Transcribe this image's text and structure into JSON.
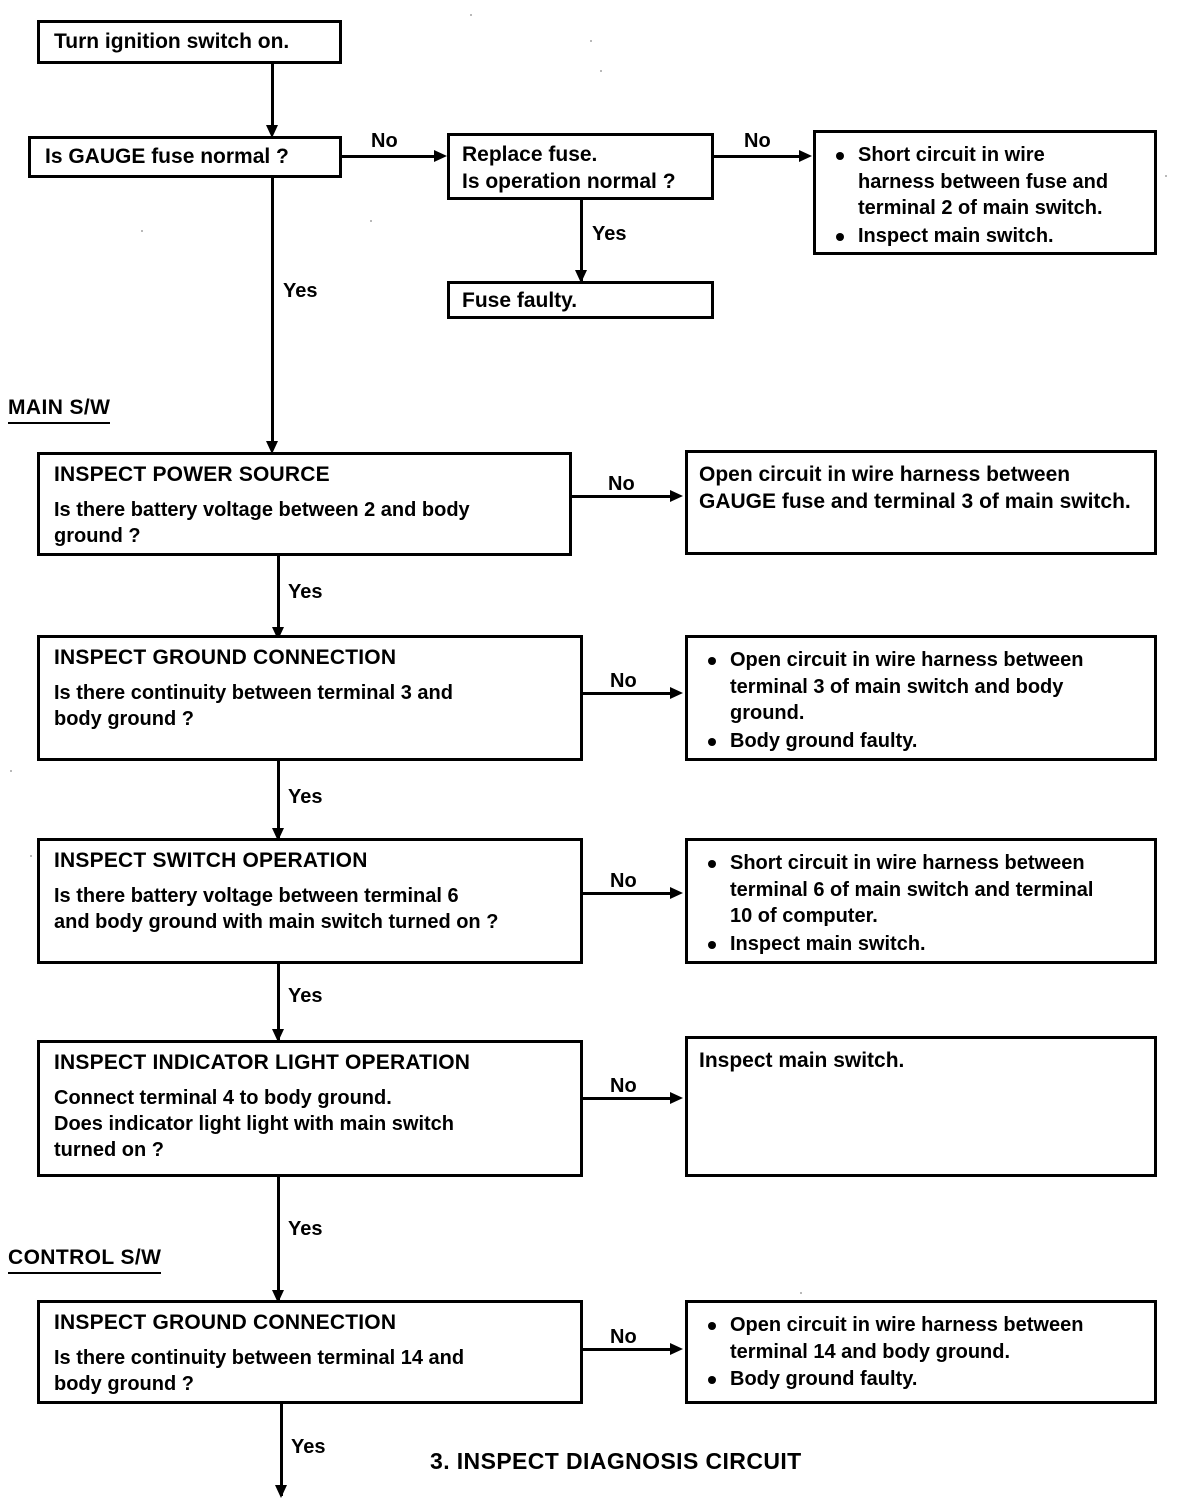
{
  "document": {
    "footer_title": "3. INSPECT DIAGNOSIS  CIRCUIT"
  },
  "section_labels": {
    "main_sw": "MAIN S/W",
    "control_sw": "CONTROL S/W"
  },
  "edge_labels": {
    "no": "No",
    "yes": "Yes"
  },
  "nodes": {
    "start": {
      "lines": [
        "Turn ignition switch on."
      ]
    },
    "gauge_fuse": {
      "lines": [
        "Is GAUGE fuse normal ?"
      ]
    },
    "replace_fuse": {
      "lines": [
        "Replace fuse.",
        "Is operation normal ?"
      ]
    },
    "fuse_faulty": {
      "lines": [
        "Fuse faulty."
      ]
    },
    "short_fuse_terminal2": {
      "bullets": [
        [
          "Short circuit in wire",
          "harness between fuse and",
          "terminal 2 of main switch."
        ],
        [
          "Inspect main switch."
        ]
      ]
    },
    "inspect_power_source": {
      "title": "INSPECT POWER SOURCE",
      "lines": [
        "Is there battery voltage between 2 and body",
        "ground ?"
      ]
    },
    "open_gauge_terminal3": {
      "lines": [
        "Open circuit in wire harness between",
        "GAUGE fuse and terminal 3 of main switch."
      ]
    },
    "inspect_ground_connection_main": {
      "title": "INSPECT GROUND CONNECTION",
      "lines": [
        "Is there continuity between terminal 3 and",
        "body ground ?"
      ]
    },
    "open_terminal3_body_ground": {
      "bullets": [
        [
          "Open circuit in wire harness between",
          "terminal 3 of main switch and body",
          "ground."
        ],
        [
          "Body ground faulty."
        ]
      ]
    },
    "inspect_switch_operation": {
      "title": "INSPECT SWITCH OPERATION",
      "lines": [
        "Is there battery voltage between terminal 6",
        "and body ground with main switch turned on ?"
      ]
    },
    "short_terminal6_terminal10": {
      "bullets": [
        [
          "Short circuit in wire harness between",
          "terminal 6 of main switch and terminal",
          "10 of computer."
        ],
        [
          "Inspect main switch."
        ]
      ]
    },
    "inspect_indicator_light": {
      "title": "INSPECT INDICATOR LIGHT OPERATION",
      "lines": [
        "Connect terminal 4 to body ground.",
        "Does indicator light light with main switch",
        "turned on ?"
      ]
    },
    "inspect_main_switch": {
      "lines": [
        "Inspect main switch."
      ]
    },
    "inspect_ground_connection_control": {
      "title": "INSPECT GROUND CONNECTION",
      "lines": [
        "Is there continuity between terminal 14 and",
        "body ground ?"
      ]
    },
    "open_terminal14_body_ground": {
      "bullets": [
        [
          "Open circuit in wire harness between",
          "terminal 14 and body ground."
        ],
        [
          "Body ground faulty."
        ]
      ]
    }
  }
}
